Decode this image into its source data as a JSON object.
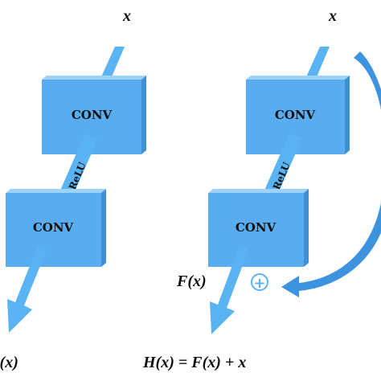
{
  "colors": {
    "block_front": "#5aacf0",
    "block_top": "#9dd2fb",
    "block_side": "#3f8fd6",
    "arrow": "#5ab3f2",
    "arrow_dark": "#3d93dd",
    "text": "#111111"
  },
  "left_network": {
    "input_label": "x",
    "conv1_label": "CONV",
    "activation_label": "ReLU",
    "conv2_label": "CONV",
    "output_label": "H(x)"
  },
  "right_network": {
    "input_label": "x",
    "conv1_label": "CONV",
    "activation_label": "ReLU",
    "conv2_label": "CONV",
    "residual_label": "F(x)",
    "plus_symbol": "+",
    "output_label": "H(x) = F(x) + x"
  },
  "icons": {
    "plus": "circled-plus-icon",
    "skip": "curved-arrow-icon"
  }
}
